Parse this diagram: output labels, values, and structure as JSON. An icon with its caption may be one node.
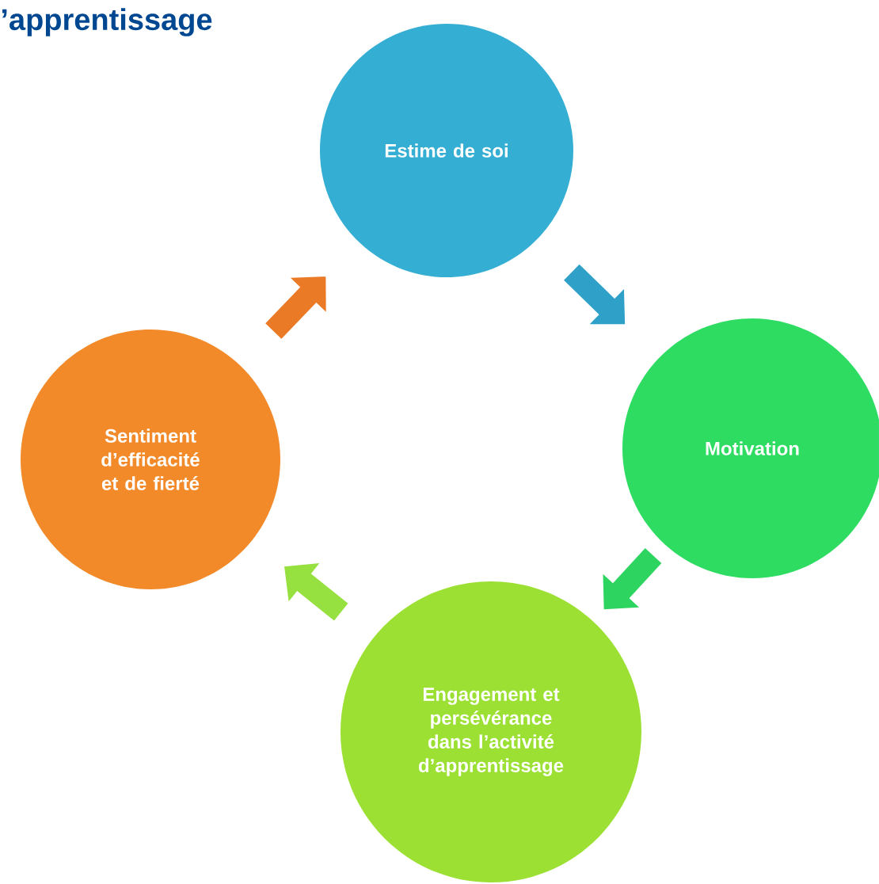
{
  "diagram": {
    "title": "’apprentissage",
    "nodes": [
      {
        "text": [
          "Estime de soi"
        ]
      },
      {
        "text": [
          "Motivation"
        ]
      },
      {
        "text": [
          "Engagement et persévérance dans l’activité d’apprentissage"
        ]
      },
      {
        "text": [
          "Sentiment d’efficacité et de fierté"
        ]
      }
    ],
    "edges": [
      {
        "from": 0,
        "to": 1,
        "arrow": "to",
        "color": "#2fa0c8"
      },
      {
        "from": 1,
        "to": 2,
        "arrow": "to",
        "color": "#2ed460"
      },
      {
        "from": 2,
        "to": 3,
        "arrow": "to",
        "color": "#96e040"
      },
      {
        "from": 3,
        "to": 0,
        "arrow": "to",
        "color": "#ea7a26"
      }
    ]
  }
}
